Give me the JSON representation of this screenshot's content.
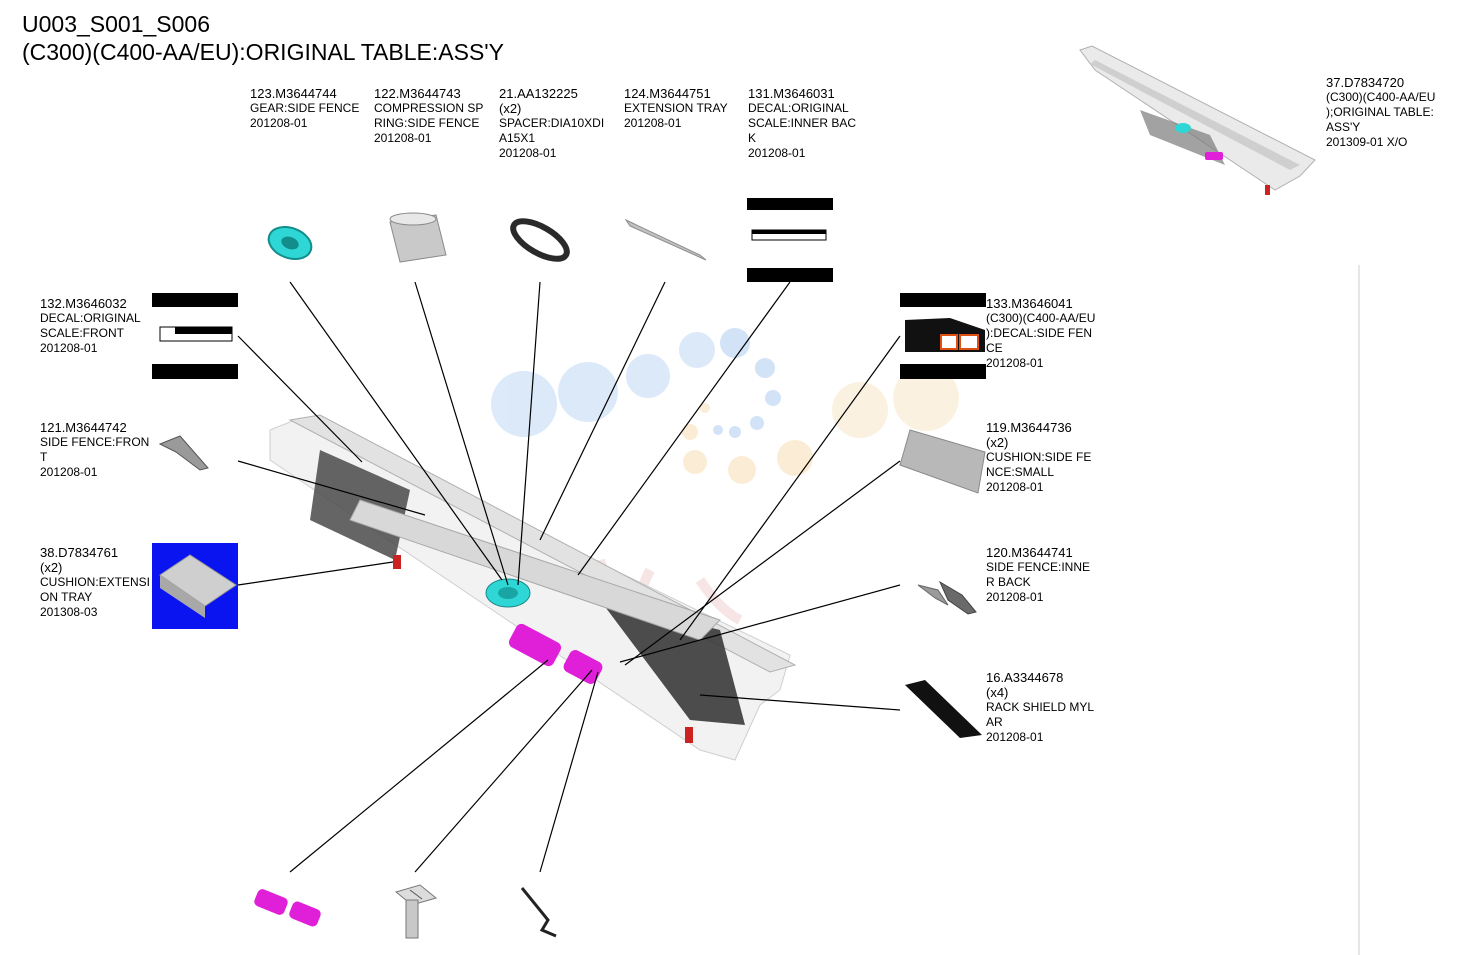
{
  "page": {
    "title_line1": "U003_S001_S006",
    "title_line2": "(C300)(C400-AA/EU):ORIGINAL TABLE:ASS'Y"
  },
  "parts": [
    {
      "key": "p123",
      "lines": [
        "123.M3644744",
        "GEAR:SIDE FENCE",
        "201208-01"
      ]
    },
    {
      "key": "p122",
      "lines": [
        "122.M3644743",
        "COMPRESSION SP",
        "RING:SIDE FENCE",
        "201208-01"
      ]
    },
    {
      "key": "p21",
      "lines": [
        "21.AA132225",
        "(x2)",
        "SPACER:DIA10XDI",
        "A15X1",
        "201208-01"
      ]
    },
    {
      "key": "p124",
      "lines": [
        "124.M3644751",
        "EXTENSION TRAY",
        "201208-01"
      ]
    },
    {
      "key": "p131",
      "lines": [
        "131.M3646031",
        "DECAL:ORIGINAL",
        "SCALE:INNER BAC",
        "K",
        "201208-01"
      ]
    },
    {
      "key": "p37",
      "lines": [
        "37.D7834720",
        "(C300)(C400-AA/EU",
        ");ORIGINAL TABLE:",
        "ASS'Y",
        "201309-01 X/O"
      ]
    },
    {
      "key": "p132",
      "lines": [
        "132.M3646032",
        "DECAL:ORIGINAL",
        "SCALE:FRONT",
        "201208-01"
      ]
    },
    {
      "key": "p133",
      "lines": [
        "133.M3646041",
        "(C300)(C400-AA/EU",
        "):DECAL:SIDE FEN",
        "CE",
        "201208-01"
      ]
    },
    {
      "key": "p121",
      "lines": [
        "121.M3644742",
        "SIDE FENCE:FRON",
        "T",
        "201208-01"
      ]
    },
    {
      "key": "p119",
      "lines": [
        "119.M3644736",
        "(x2)",
        "CUSHION:SIDE FE",
        "NCE:SMALL",
        "201208-01"
      ]
    },
    {
      "key": "p38",
      "lines": [
        "38.D7834761",
        "(x2)",
        "CUSHION:EXTENSI",
        "ON TRAY",
        "201308-03"
      ]
    },
    {
      "key": "p120",
      "lines": [
        "120.M3644741",
        "SIDE FENCE:INNE",
        "R BACK",
        "201208-01"
      ]
    },
    {
      "key": "p16",
      "lines": [
        "16.A3344678",
        "(x4)",
        "RACK SHIELD MYL",
        "AR",
        "201208-01"
      ]
    }
  ],
  "colors": {
    "cyan_part": "#2fd6d6",
    "magenta_part": "#e020d8",
    "gray_part": "#b8b8b8",
    "leader_line": "#000000",
    "thumb_black": "#000000",
    "thumb_blue": "#0a14f0"
  }
}
